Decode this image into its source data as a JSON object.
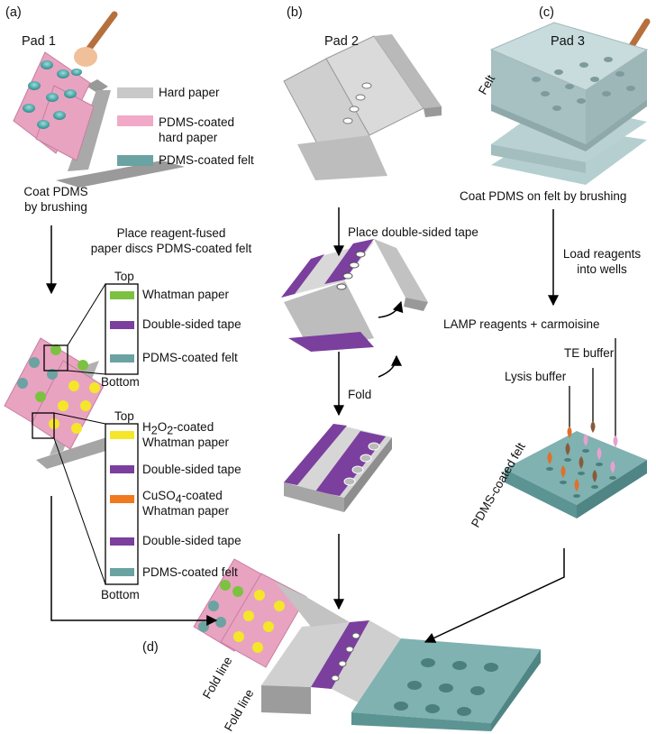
{
  "panels": {
    "a": "(a)",
    "b": "(b)",
    "c": "(c)",
    "d": "(d)"
  },
  "pads": {
    "pad1": "Pad 1",
    "pad2": "Pad 2",
    "pad3": "Pad 3"
  },
  "legend": [
    {
      "label": "Hard paper",
      "color": "#c8c8c8"
    },
    {
      "label": "PDMS-coated\nhard paper",
      "color": "#f2a9c8"
    },
    {
      "label": "PDMS-coated felt",
      "color": "#6aa3a2"
    }
  ],
  "steps": {
    "coat_pdms": "Coat PDMS\nby brushing",
    "place_reagent": "Place reagent-fused\npaper discs PDMS-coated felt",
    "place_tape": "Place double-sided tape",
    "fold": "Fold",
    "coat_felt": "Coat PDMS on felt by brushing",
    "load_reagents": "Load reagents\ninto wells",
    "lamp": "LAMP reagents + carmoisine",
    "te_buffer": "TE buffer",
    "lysis_buffer": "Lysis buffer",
    "felt": "Felt",
    "pdms_felt_label": "PDMS-coated felt",
    "fold_line_1": "Fold line",
    "fold_line_2": "Fold line"
  },
  "stack1": {
    "top": "Top",
    "bottom": "Bottom",
    "layers": [
      {
        "label": "Whatman paper",
        "color": "#7cc242"
      },
      {
        "label": "Double-sided tape",
        "color": "#7b3f9e"
      },
      {
        "label": "PDMS-coated felt",
        "color": "#6aa3a2"
      }
    ]
  },
  "stack2": {
    "top": "Top",
    "bottom": "Bottom",
    "layers": [
      {
        "label_main": "H",
        "sub": "2",
        "label_mid": "O",
        "sub2": "2",
        "label_end": "-coated",
        "label2": "Whatman paper",
        "color": "#f5e62a"
      },
      {
        "label": "Double-sided tape",
        "color": "#7b3f9e"
      },
      {
        "label_main": "CuSO",
        "sub": "4",
        "label_end": "-coated",
        "label2": "Whatman paper",
        "color": "#f07a1e"
      },
      {
        "label": "Double-sided tape",
        "color": "#7b3f9e"
      },
      {
        "label": "PDMS-coated felt",
        "color": "#6aa3a2"
      }
    ]
  },
  "colors": {
    "hard_paper": "#c8c8c8",
    "pink": "#f2a9c8",
    "felt": "#6aa3a2",
    "purple": "#7b3f9e",
    "green": "#7cc242",
    "yellow": "#f5e62a",
    "orange": "#f07a1e",
    "brush": "#b5703e"
  }
}
